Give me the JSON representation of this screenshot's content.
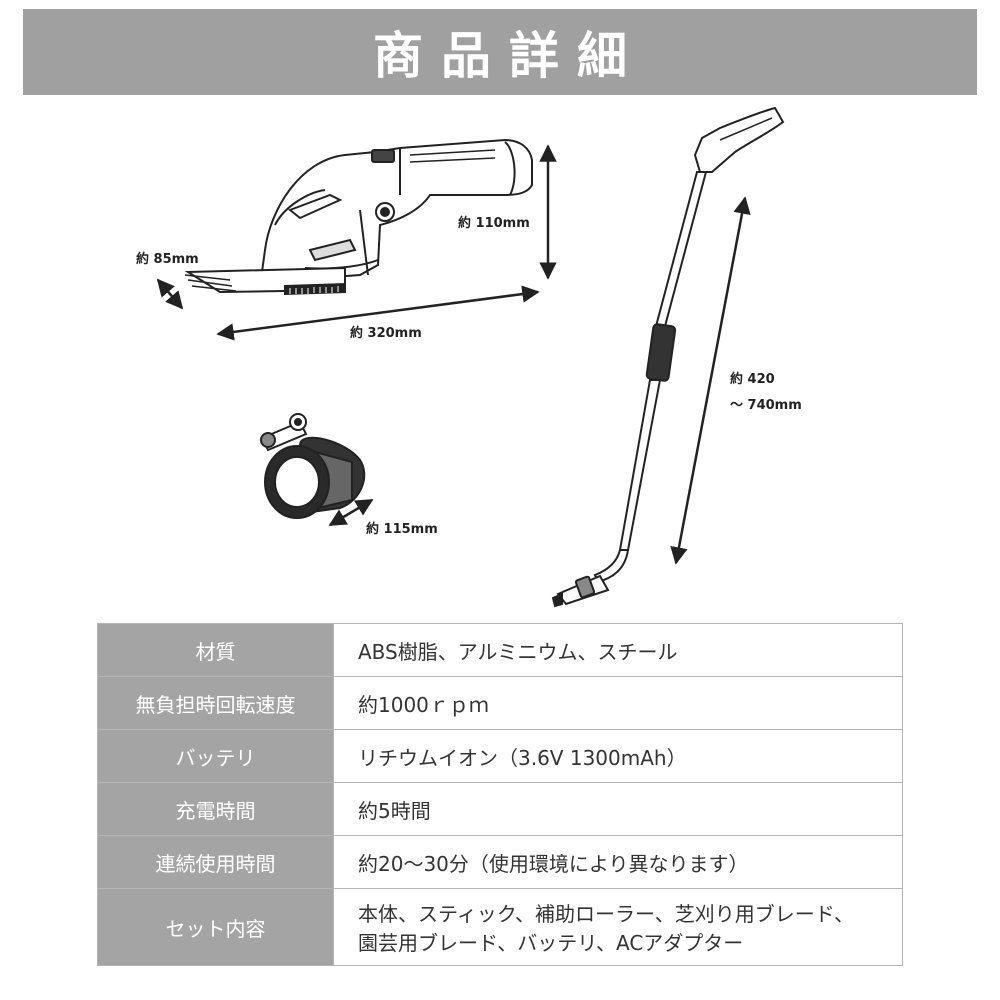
{
  "header": {
    "title": "商品詳細"
  },
  "dimensions": {
    "width_depth": "約 85mm",
    "height": "約 110mm",
    "length": "約 320mm",
    "roller": "約 115mm",
    "stick_line1": "約 420",
    "stick_line2": "～ 740mm"
  },
  "specs": [
    {
      "label": "材質",
      "value": "ABS樹脂、アルミニウム、スチール"
    },
    {
      "label": "無負担時回転速度",
      "value": "約1000ｒｐｍ"
    },
    {
      "label": "バッテリ",
      "value": "リチウムイオン（3.6V 1300mAh）"
    },
    {
      "label": "充電時間",
      "value": "約5時間"
    },
    {
      "label": "連続使用時間",
      "value": "約20～30分（使用環境により異なります）"
    },
    {
      "label": "セット内容",
      "value_line1": "本体、スティック、補助ローラー、芝刈り用ブレード、",
      "value_line2": "園芸用ブレード、バッテリ、ACアダプター"
    }
  ]
}
